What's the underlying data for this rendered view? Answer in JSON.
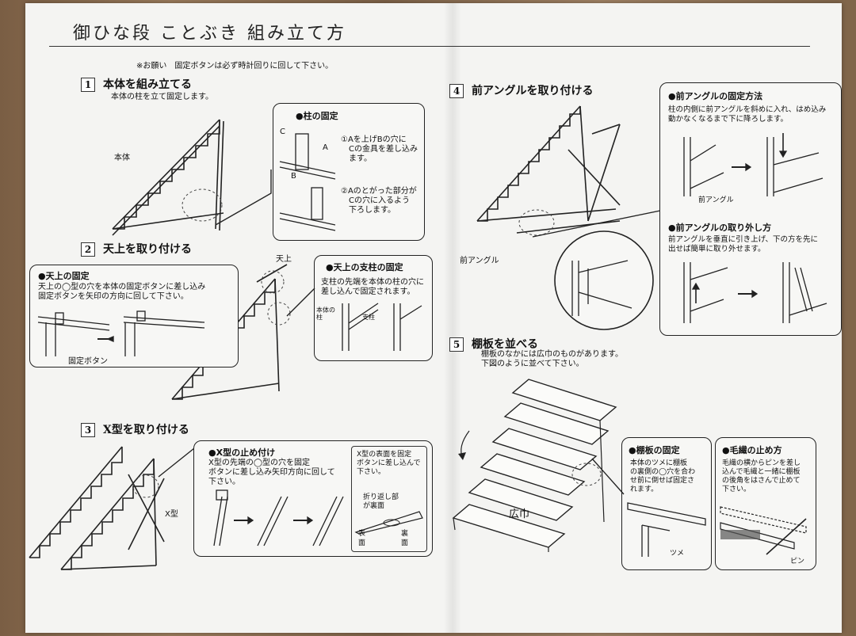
{
  "document": {
    "title": "御ひな段 ことぶき 組み立て方",
    "notice": "※お願い　固定ボタンは必ず時計回りに回して下さい。"
  },
  "steps": [
    {
      "num": "1",
      "heading": "本体を組み立てる",
      "desc": "本体の柱を立て固定します。",
      "figure_label": "本体",
      "panel": {
        "title": "●柱の固定",
        "labels": [
          "A",
          "B",
          "C"
        ],
        "note1": [
          "①Aを上げBの穴に",
          "Cの金具を差し込み",
          "ます。"
        ],
        "note2": [
          "②Aのとがった部分が",
          "Cの穴に入るよう",
          "下ろします。"
        ]
      }
    },
    {
      "num": "2",
      "heading": "天上を取り付ける",
      "figure_label": "天上",
      "panel_left": {
        "title": "●天上の固定",
        "text": [
          "天上の◯型の穴を本体の固定ボタンに差し込み",
          "固定ボタンを矢印の方向に回して下さい。"
        ],
        "label": "固定ボタン"
      },
      "panel_right": {
        "title": "●天上の支柱の固定",
        "text": [
          "支柱の先端を本体の柱の穴に",
          "差し込んで固定されます。"
        ],
        "labels": [
          "本体の柱",
          "支柱"
        ]
      }
    },
    {
      "num": "3",
      "heading": "X型を取り付ける",
      "figure_label": "X型",
      "panel_left": {
        "title": "●X型の止め付け",
        "text": [
          "X型の先端の◯型の穴を固定",
          "ボタンに差し込み矢印方向に回して",
          "下さい。"
        ]
      },
      "panel_right": {
        "text": [
          "X型の表面を固定",
          "ボタンに差し込んで",
          "下さい。"
        ],
        "labels": [
          "折り返し部",
          "が裏面",
          "表面",
          "裏面"
        ]
      }
    },
    {
      "num": "4",
      "heading": "前アングルを取り付ける",
      "figure_label": "前アングル",
      "panel_top": {
        "title": "●前アングルの固定方法",
        "text": [
          "柱の内側に前アングルを斜めに入れ、はめ込み",
          "動かなくなるまで下に降ろします。"
        ],
        "label": "前アングル"
      },
      "panel_bottom": {
        "title": "●前アングルの取り外し方",
        "text": [
          "前アングルを垂直に引き上げ、下の方を先に",
          "出せば簡単に取り外せます。"
        ]
      }
    },
    {
      "num": "5",
      "heading": "棚板を並べる",
      "desc": [
        "棚板のなかには広巾のものがあります。",
        "下図のように並べて下さい。"
      ],
      "figure_label": "広巾",
      "panel_left": {
        "title": "●棚板の固定",
        "text": [
          "本体のツメに棚板",
          "の裏側の◯穴を合わ",
          "せ前に倒せば固定さ",
          "れます。"
        ],
        "label": "ツメ"
      },
      "panel_right": {
        "title": "●毛繊の止め方",
        "text": [
          "毛繊の横からピンを差し",
          "込んで毛繊と一緒に棚板",
          "の後角をはさんで止めて",
          "下さい。"
        ],
        "label": "ピン"
      }
    }
  ]
}
